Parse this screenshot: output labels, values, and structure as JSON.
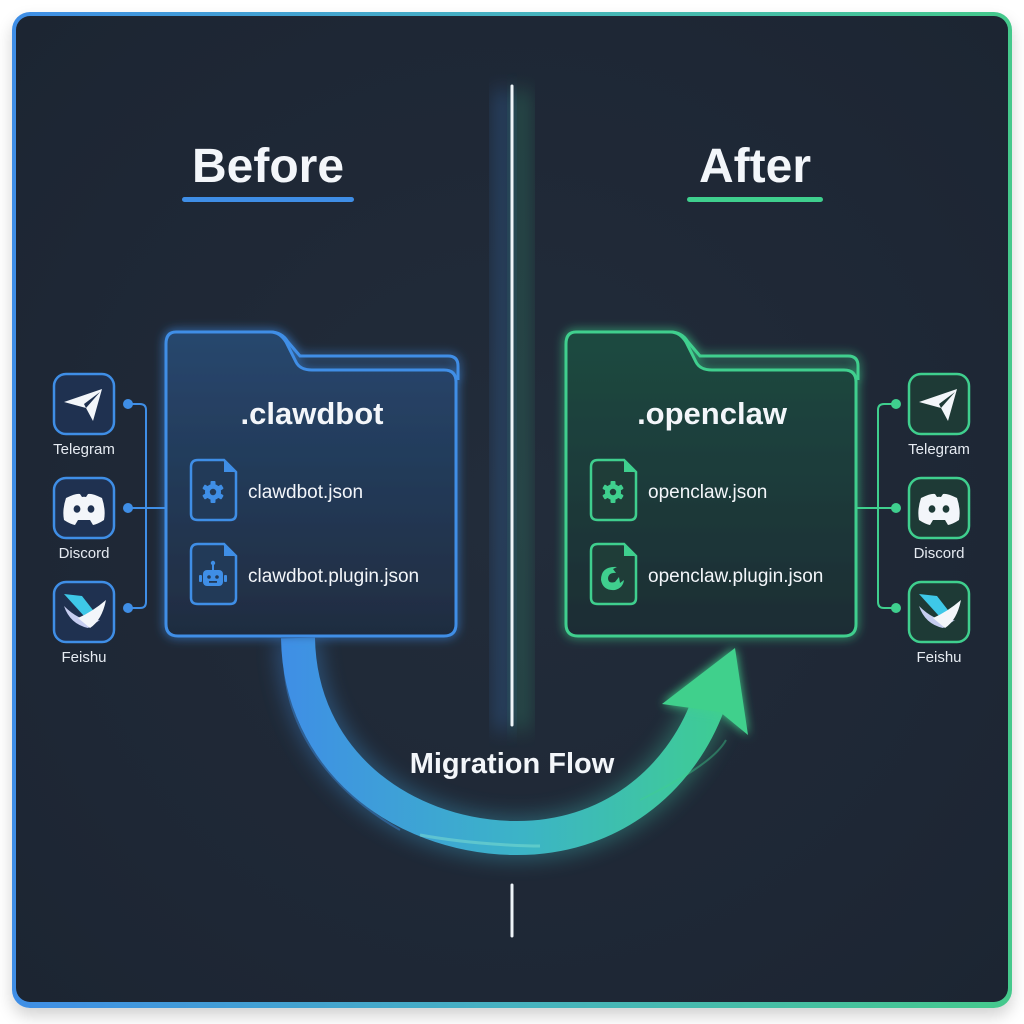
{
  "before": {
    "title": "Before",
    "accent": "#3f8ee6",
    "folder": {
      "name": ".clawdbot",
      "files": [
        {
          "icon": "gear-icon",
          "label": "clawdbot.json"
        },
        {
          "icon": "robot-icon",
          "label": "clawdbot.plugin.json"
        }
      ]
    },
    "services": [
      {
        "icon": "telegram-icon",
        "label": "Telegram"
      },
      {
        "icon": "discord-icon",
        "label": "Discord"
      },
      {
        "icon": "feishu-icon",
        "label": "Feishu"
      }
    ]
  },
  "after": {
    "title": "After",
    "accent": "#3fcf8e",
    "folder": {
      "name": ".openclaw",
      "files": [
        {
          "icon": "gear-icon",
          "label": "openclaw.json"
        },
        {
          "icon": "claw-icon",
          "label": "openclaw.plugin.json"
        }
      ]
    },
    "services": [
      {
        "icon": "telegram-icon",
        "label": "Telegram"
      },
      {
        "icon": "discord-icon",
        "label": "Discord"
      },
      {
        "icon": "feishu-icon",
        "label": "Feishu"
      }
    ]
  },
  "flow": {
    "label": "Migration Flow",
    "start_color": "#3f8ee6",
    "end_color": "#3fcf8e"
  }
}
